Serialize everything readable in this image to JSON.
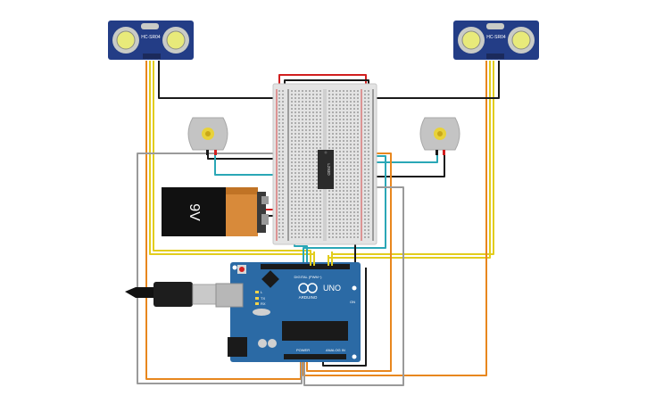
{
  "sensor_left": {
    "label": "HC-SR04"
  },
  "sensor_right": {
    "label": "HC-SR04"
  },
  "battery": {
    "label": "9V"
  },
  "motor_driver": {
    "label": "L293D"
  },
  "arduino": {
    "brand": "ARDUINO",
    "model": "UNO",
    "digital_label": "DIGITAL (PWM~)",
    "power_label": "POWER",
    "analog_label": "ANALOG IN",
    "tx_label": "TX",
    "rx_label": "RX",
    "led_label": "L",
    "on_label": "ON"
  },
  "colors": {
    "wire_red": "#d11f1f",
    "wire_black": "#1a1a1a",
    "wire_yellow": "#e2cd1c",
    "wire_orange": "#e8871e",
    "wire_teal": "#2aa7b6",
    "wire_gray": "#9a9a9a",
    "board_blue": "#2b6aa5",
    "sensor_blue": "#233d86",
    "battery_orange": "#d88a3a",
    "battery_black": "#111111"
  }
}
